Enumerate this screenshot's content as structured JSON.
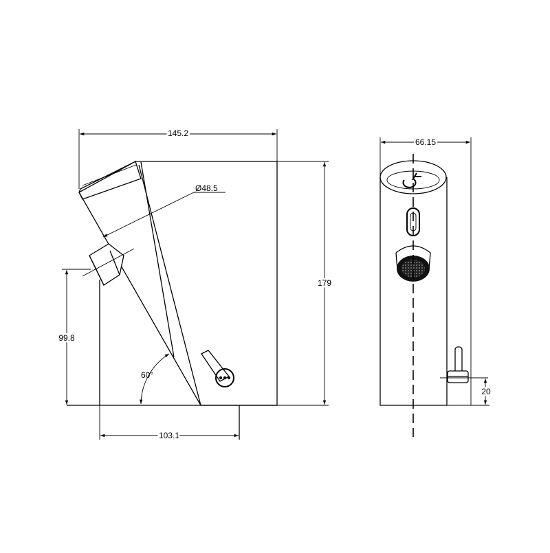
{
  "dimensions": {
    "side_width": "145.2",
    "diameter": "Ø48.5",
    "height": "179",
    "spout_height": "99.8",
    "angle": "60°",
    "base_length": "103.1",
    "front_width": "66.15",
    "lever_height": "20"
  },
  "colors": {
    "line": "#000000",
    "background": "#ffffff"
  }
}
